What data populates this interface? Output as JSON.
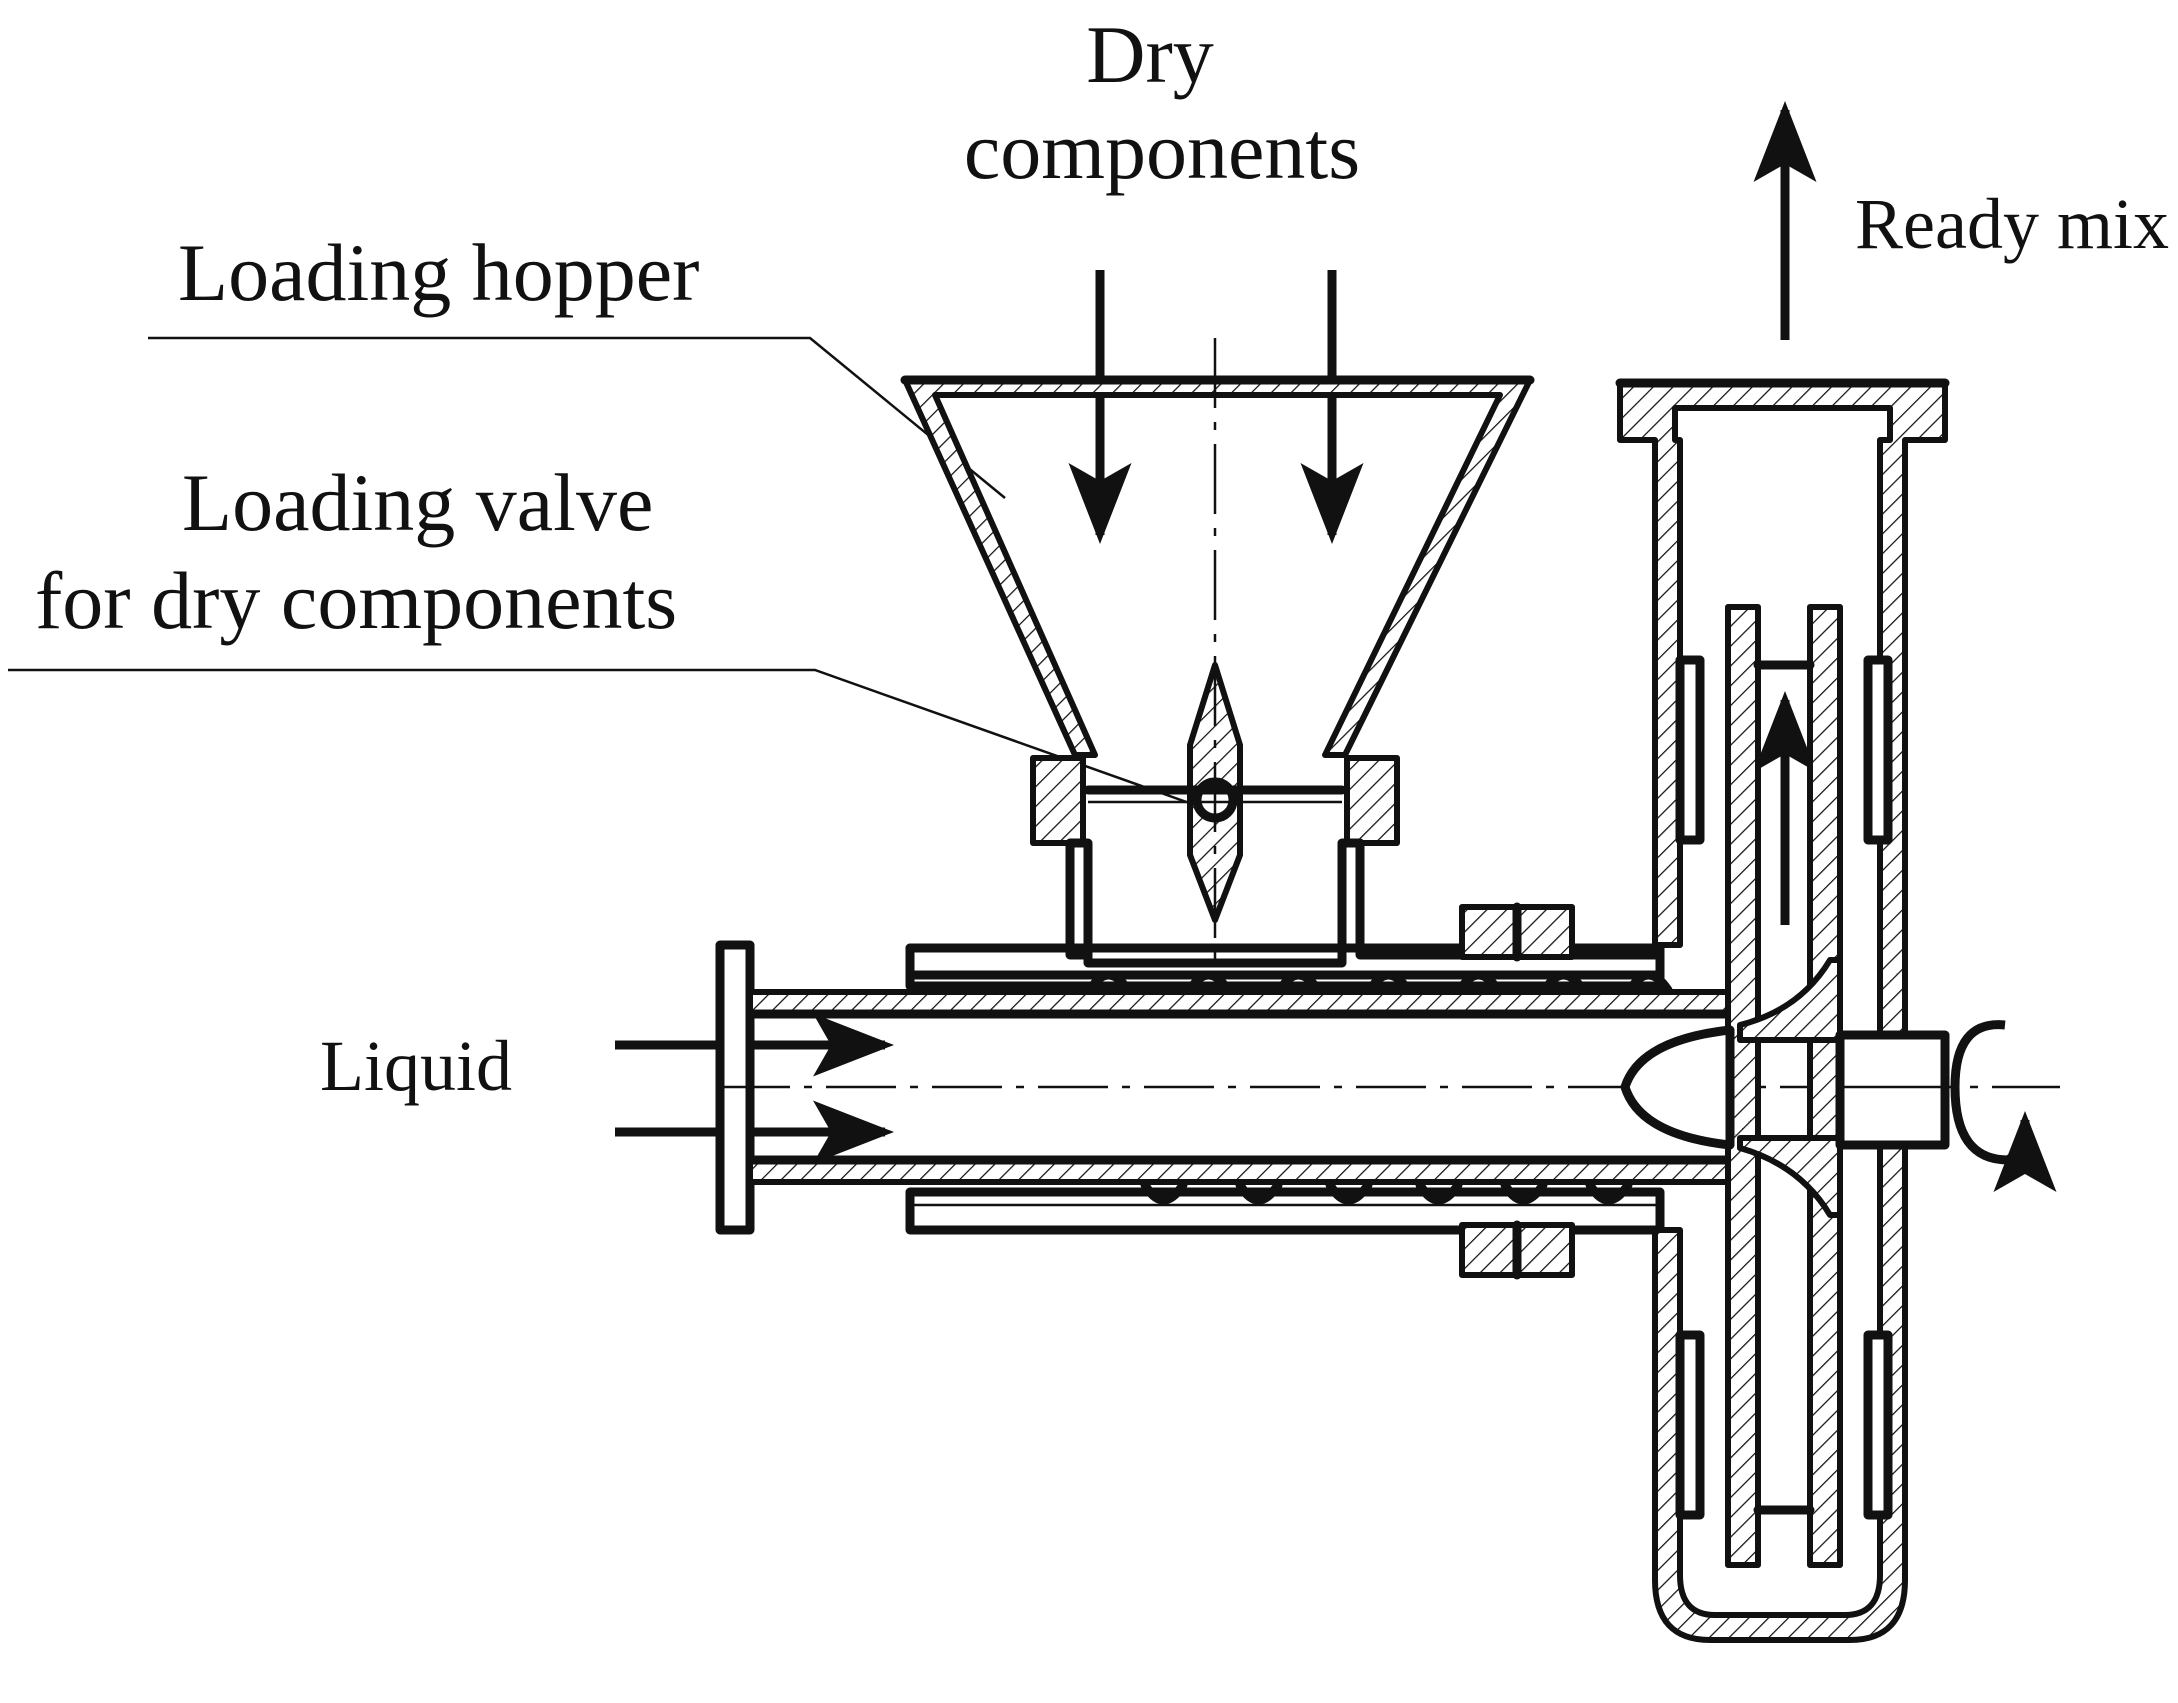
{
  "labels": {
    "dry_line1": "Dry",
    "dry_line2": "components",
    "ready_mix": "Ready mix",
    "loading_hopper": "Loading hopper",
    "loading_valve_line1": "Loading valve",
    "loading_valve_line2": "for dry components",
    "liquid": "Liquid"
  }
}
